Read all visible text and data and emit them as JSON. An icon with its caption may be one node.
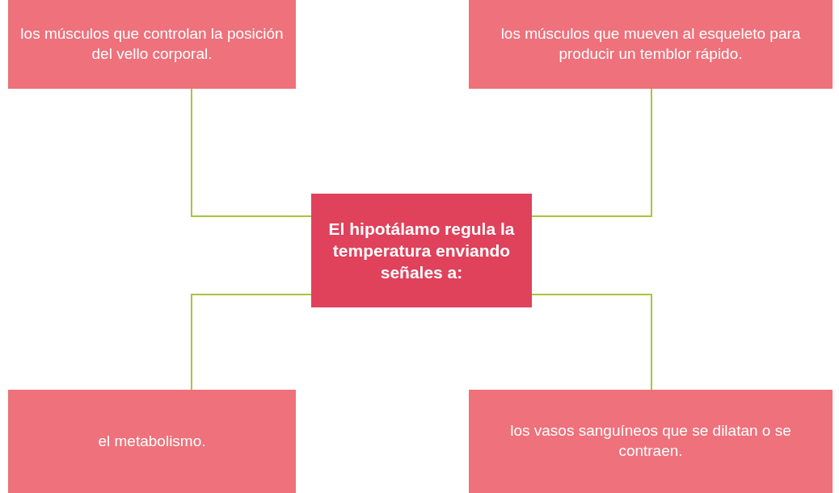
{
  "diagram": {
    "nodes": [
      {
        "text": [
          "los músculos que controlan la posición del vello corporal."
        ]
      },
      {
        "text": [
          "los músculos que mueven al esqueleto para producir un temblor rápido."
        ]
      },
      {
        "text": [
          "El hipotálamo regula la temperatura enviando señales a:"
        ]
      },
      {
        "text": [
          "el metabolismo."
        ]
      },
      {
        "text": [
          "los vasos sanguíneos que se dilatan o se contraen."
        ]
      }
    ],
    "edges": [
      {
        "from": 2,
        "to": 0,
        "arrow": "none"
      },
      {
        "from": 2,
        "to": 1,
        "arrow": "none"
      },
      {
        "from": 2,
        "to": 3,
        "arrow": "none"
      },
      {
        "from": 2,
        "to": 4,
        "arrow": "none"
      }
    ]
  }
}
